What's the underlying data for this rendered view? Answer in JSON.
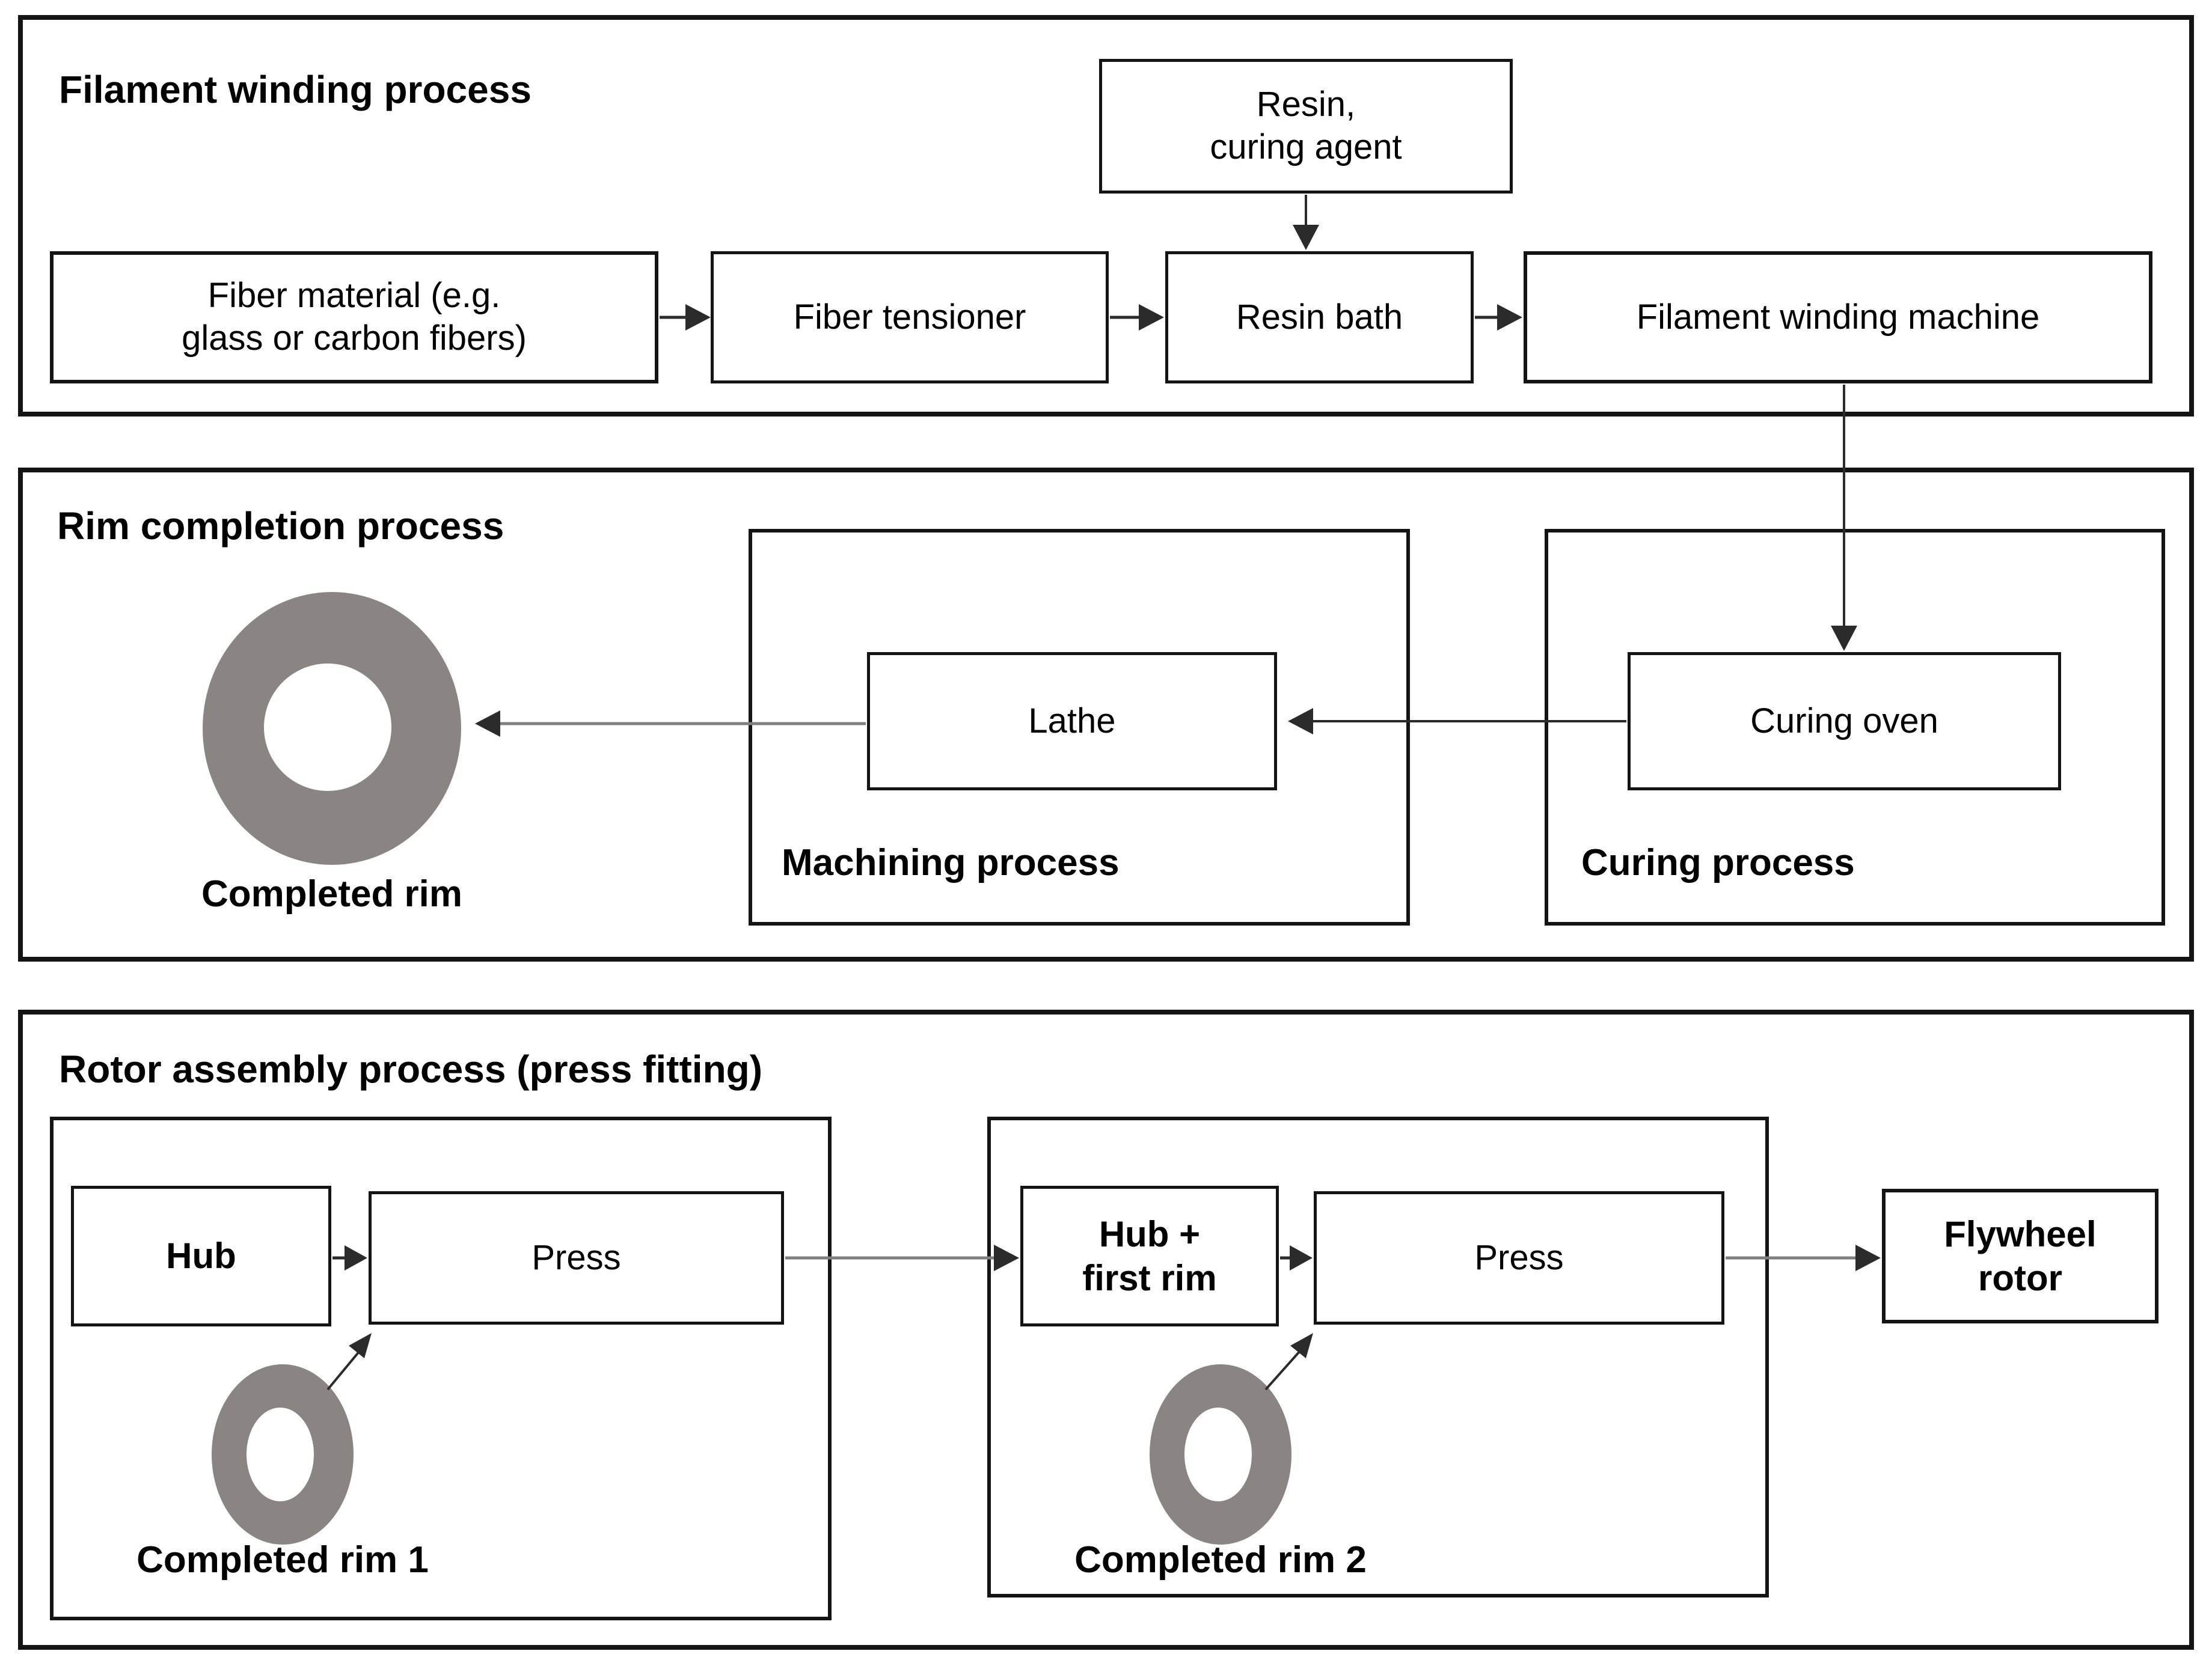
{
  "colors": {
    "background": "#ffffff",
    "border": "#141414",
    "rim_gray": "#8a8482",
    "connector_dark": "#2b2b2b",
    "connector_gray": "#7f7f7f"
  },
  "filament_section": {
    "title": "Filament winding process",
    "resin_box": "Resin,\ncuring agent",
    "fiber_material_box": "Fiber material (e.g.\nglass or carbon fibers)",
    "fiber_tensioner_box": "Fiber tensioner",
    "resin_bath_box": "Resin bath",
    "winding_machine_box": "Filament winding machine"
  },
  "rim_section": {
    "title": "Rim completion process",
    "completed_rim_label": "Completed rim",
    "machining_box_label": "Machining process",
    "lathe_box": "Lathe",
    "curing_box_label": "Curing process",
    "curing_oven_box": "Curing oven"
  },
  "rotor_section": {
    "title": "Rotor assembly process (press fitting)",
    "hub_box": "Hub",
    "press1_box": "Press",
    "completed_rim1_label": "Completed rim 1",
    "hub_first_rim_box": "Hub +\nfirst rim",
    "press2_box": "Press",
    "completed_rim2_label": "Completed rim 2",
    "flywheel_rotor_box": "Flywheel\nrotor"
  }
}
